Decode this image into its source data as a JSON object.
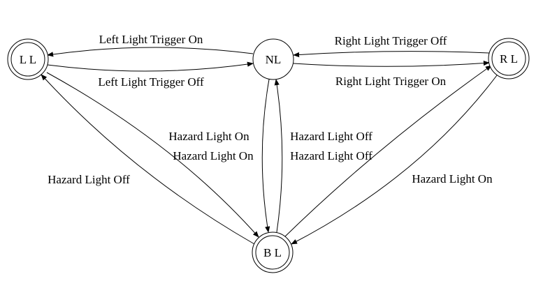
{
  "states": {
    "left_light": {
      "label": "L L"
    },
    "normal_light": {
      "label": "NL"
    },
    "right_light": {
      "label": "R L"
    },
    "both_light": {
      "label": "B L"
    }
  },
  "transitions": {
    "nl_to_ll": "Left Light Trigger On",
    "ll_to_nl": "Left Light Trigger Off",
    "rl_to_nl": "Right Light Trigger Off",
    "nl_to_rl": "Right Light Trigger On",
    "nl_to_bl": "Hazard Light On",
    "ll_to_bl": "Hazard Light On",
    "bl_to_nl_upper": "Hazard Light Off",
    "bl_to_nl_lower": "Hazard Light Off",
    "bl_to_ll": "Hazard Light Off",
    "rl_to_bl": "Hazard Light On"
  }
}
